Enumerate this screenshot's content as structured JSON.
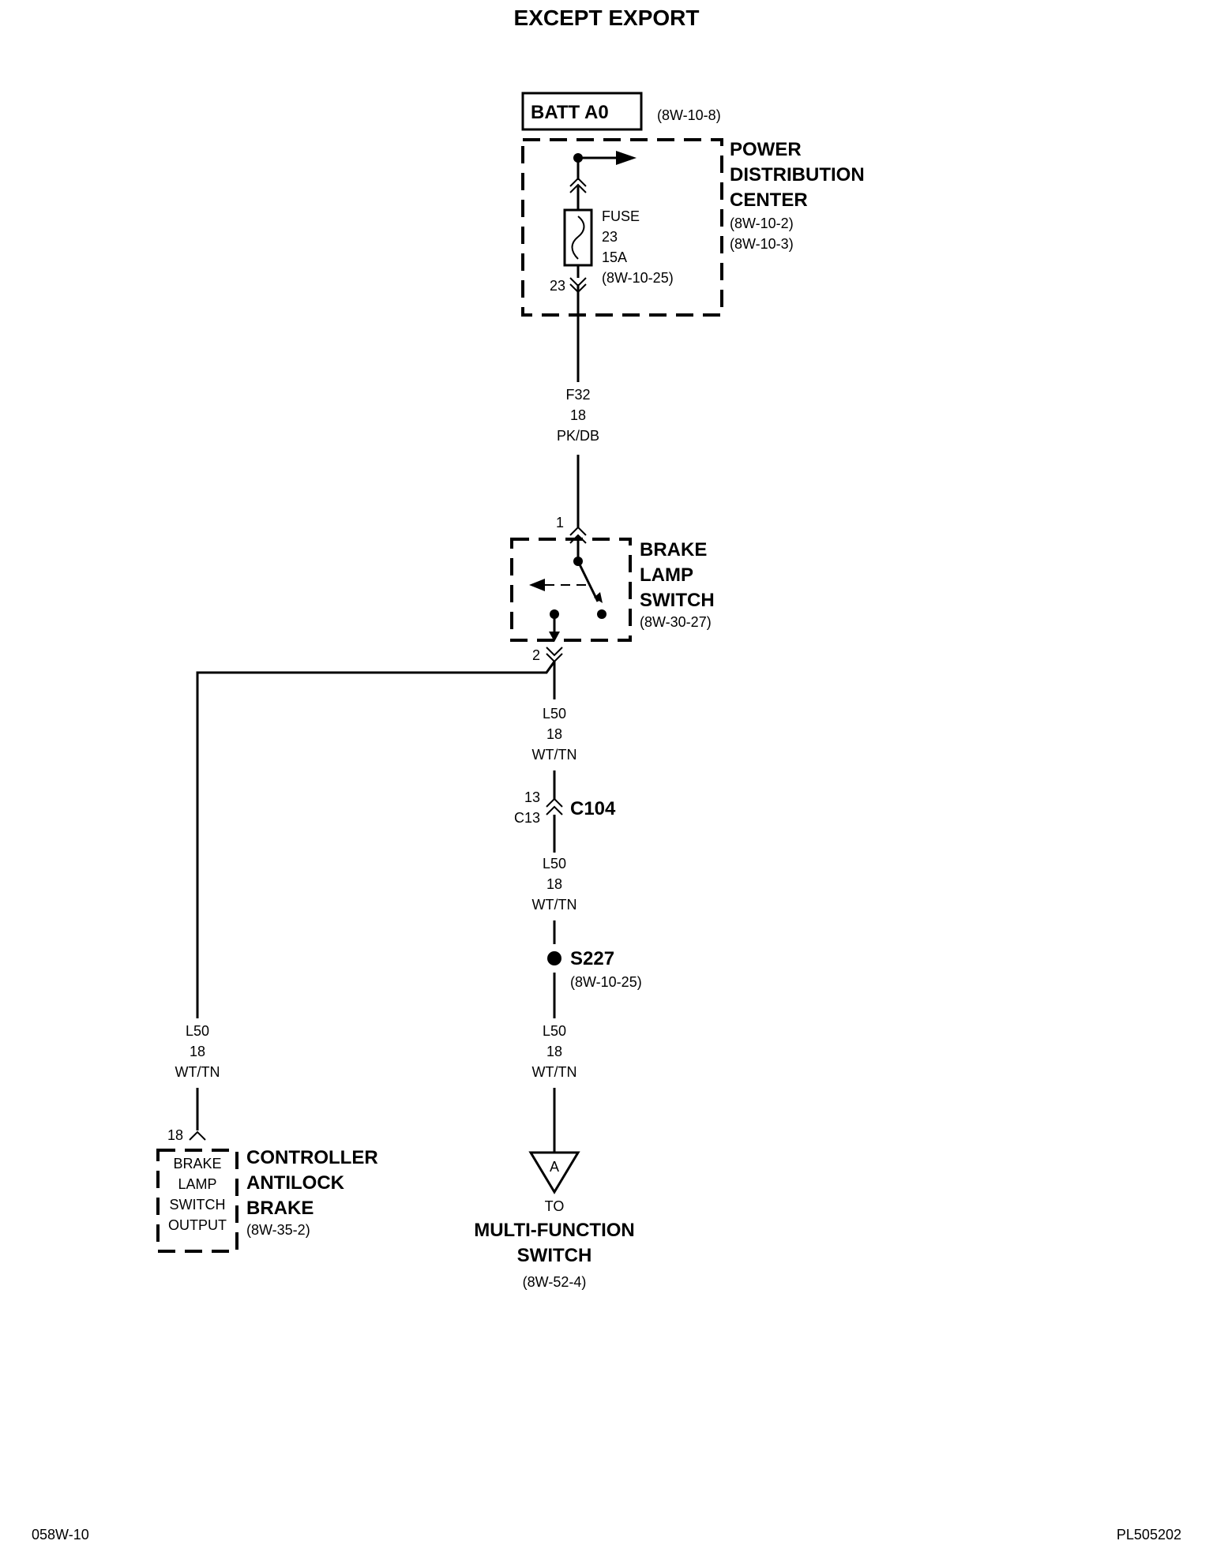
{
  "title": "EXCEPT EXPORT",
  "batt": {
    "label": "BATT A0",
    "ref": "(8W-10-8)"
  },
  "pdc": {
    "name_lines": [
      "POWER",
      "DISTRIBUTION",
      "CENTER"
    ],
    "refs": [
      "(8W-10-2)",
      "(8W-10-3)"
    ],
    "fuse": {
      "label": "FUSE",
      "number": "23",
      "rating": "15A",
      "ref": "(8W-10-25)"
    },
    "cavity": "23"
  },
  "wire_f32": {
    "circuit": "F32",
    "gauge": "18",
    "color": "PK/DB"
  },
  "brake_lamp_switch": {
    "name_lines": [
      "BRAKE",
      "LAMP",
      "SWITCH"
    ],
    "ref": "(8W-30-27)",
    "pin_in": "1",
    "pin_out": "2"
  },
  "wire_l50_a": {
    "circuit": "L50",
    "gauge": "18",
    "color": "WT/TN"
  },
  "c104": {
    "name": "C104",
    "pin_top": "13",
    "pin_bottom": "C13"
  },
  "wire_l50_b": {
    "circuit": "L50",
    "gauge": "18",
    "color": "WT/TN"
  },
  "s227": {
    "name": "S227",
    "ref": "(8W-10-25)"
  },
  "wire_l50_c": {
    "circuit": "L50",
    "gauge": "18",
    "color": "WT/TN"
  },
  "wire_l50_left": {
    "circuit": "L50",
    "gauge": "18",
    "color": "WT/TN"
  },
  "abs_controller": {
    "pin": "18",
    "inner_lines": [
      "BRAKE",
      "LAMP",
      "SWITCH",
      "OUTPUT"
    ],
    "name_lines": [
      "CONTROLLER",
      "ANTILOCK",
      "BRAKE"
    ],
    "ref": "(8W-35-2)"
  },
  "connector_a": {
    "letter": "A",
    "to": "TO",
    "name_lines": [
      "MULTI-FUNCTION",
      "SWITCH"
    ],
    "ref": "(8W-52-4)"
  },
  "footer": {
    "left": "058W-10",
    "right": "PL505202"
  }
}
